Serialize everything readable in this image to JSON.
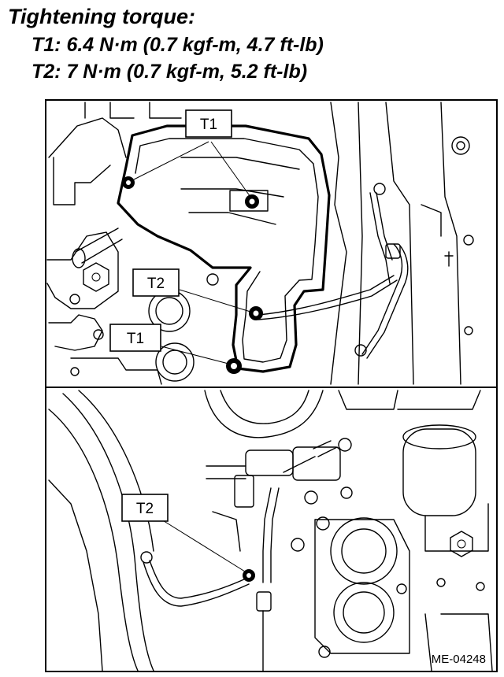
{
  "heading": "Tightening torque:",
  "specs": {
    "t1": "T1: 6.4 N·m (0.7 kgf-m, 4.7 ft-lb)",
    "t2": "T2: 7 N·m (0.7 kgf-m, 5.2 ft-lb)"
  },
  "callouts": {
    "top_t1_upper": "T1",
    "top_t2": "T2",
    "top_t1_lower": "T1",
    "bottom_t2": "T2"
  },
  "figure_id": "ME-04248"
}
